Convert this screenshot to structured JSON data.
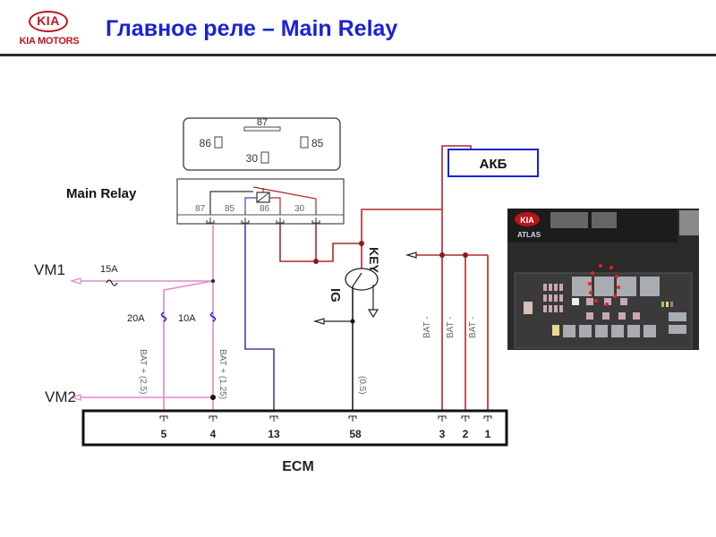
{
  "header": {
    "logo_emblem": "KIA",
    "logo_text": "KIA MOTORS",
    "title": "Главное реле – Main Relay"
  },
  "relay_top_view": {
    "pins": [
      "87",
      "86",
      "85",
      "30"
    ]
  },
  "main_relay": {
    "label": "Main Relay",
    "pins": [
      "87",
      "85",
      "86",
      "30"
    ]
  },
  "battery": {
    "label": "АКБ"
  },
  "ignition": {
    "key_label": "KEY",
    "ig_label": "IG"
  },
  "circuits": {
    "vm1_label": "VM1",
    "vm2_label": "VM2",
    "fuse_vm1": "15A",
    "fuse_20a": "20A",
    "fuse_10a": "10A",
    "wire_pin5": "BAT + (2.5)",
    "wire_pin4": "BAT + (1.25)",
    "wire_pin58": "(0.5)",
    "wire_pin3": "BAT -",
    "wire_pin2": "BAT -",
    "wire_pin1": "BAT -"
  },
  "ecm": {
    "label": "ECM",
    "pins": [
      "5",
      "4",
      "13",
      "58",
      "3",
      "2",
      "1"
    ]
  },
  "photo": {
    "description": "Engine bay fuse/relay box photo with red dots marking main relay",
    "emblem": "KIA",
    "battery_brand": "ATLAS"
  },
  "colors": {
    "title": "#1a22d6",
    "brand_red": "#c0141c",
    "wire_red": "#b02828",
    "wire_pink": "#e089c8",
    "wire_purple": "#5a3a9a",
    "wire_black": "#222222",
    "akb_border": "#1a22d6"
  }
}
